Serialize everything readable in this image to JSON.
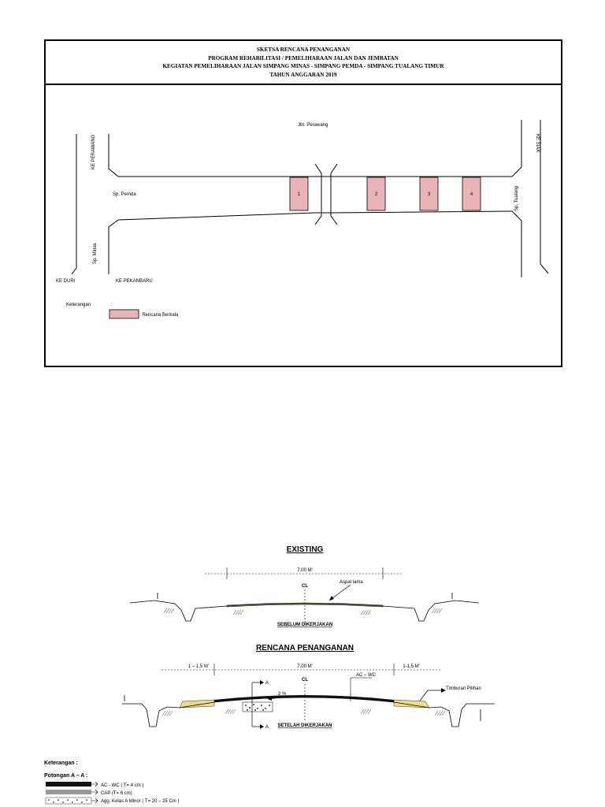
{
  "title": {
    "line1": "SKETSA RENCANA PENANGANAN",
    "line2": "PROGRAM REHABILITASI / PEMELIHARAAN JALAN DAN JEMBATAN",
    "line3": "KEGIATAN PEMELIHARAAN JALAN SIMPANG MINAS - SIMPANG PEMDA - SIMPANG TUALANG TIMUR",
    "line4": "TAHUN ANGGARAN 2019"
  },
  "map": {
    "jbt_perawang": "Jbt. Perawang",
    "sp_pemda": "Sp. Pemda",
    "ke_perawang": "KE PERAWANG",
    "sp_minas": "Sp. Minas",
    "ke_duri": "KE DURI",
    "ke_pekanbaru": "KE  PEKANBARU",
    "ke_siak": "KE SIAK",
    "sp_tualang": "Sp. Tualang",
    "segments": [
      "1",
      "2",
      "3",
      "4"
    ],
    "segment_color": "#e8b4b8",
    "keterangan": "Keterangan",
    "colon": ":",
    "rencana_berkala": ": Rencana Berkala"
  },
  "existing": {
    "title": "EXISTING",
    "width_label": "7,00 M'",
    "cl": "CL",
    "aspal_lama": "Aspal lama",
    "caption": "SEBELUM DIKERJAKAN"
  },
  "rencana": {
    "title": "RENCANA PENANGANAN",
    "shoulder_left": "1 – 1,5 M'",
    "width_label": "7,00 M'",
    "shoulder_right": "1-1,5 M'",
    "cl": "CL",
    "ac_wc": "AC – WC",
    "timburan": "Timburan Pilihan",
    "slope": "2 %",
    "section_a": "A",
    "caption": "SETELAH DIKERJAKAN"
  },
  "legend": {
    "keterangan": "Keterangan :",
    "potongan": "Potongan A – A :",
    "items": [
      "AC - WC ( T= 4 cm )",
      "CAP (T= 6 cm)",
      "Agg. Kelas A Minor ( T= 20 – 25 Cm )"
    ]
  },
  "colors": {
    "segment": "#e8b4b8",
    "asphalt_old": "#c8c29a",
    "shoulder": "#f2d98c"
  }
}
